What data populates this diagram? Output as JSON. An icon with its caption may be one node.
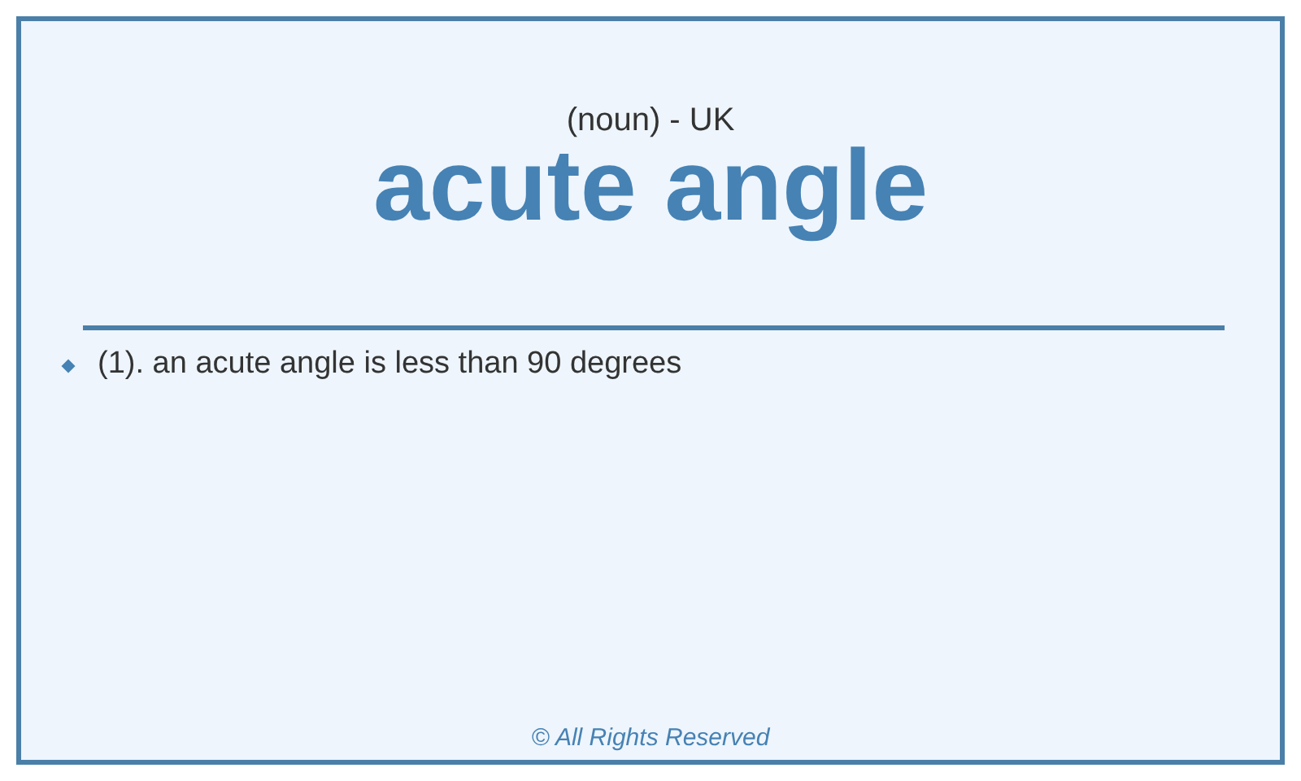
{
  "diagram": {
    "title": "acute angle",
    "labels": [
      "(noun) - UK",
      "(1). an acute angle is less than 90 degrees",
      "© All Rights Reserved"
    ]
  }
}
